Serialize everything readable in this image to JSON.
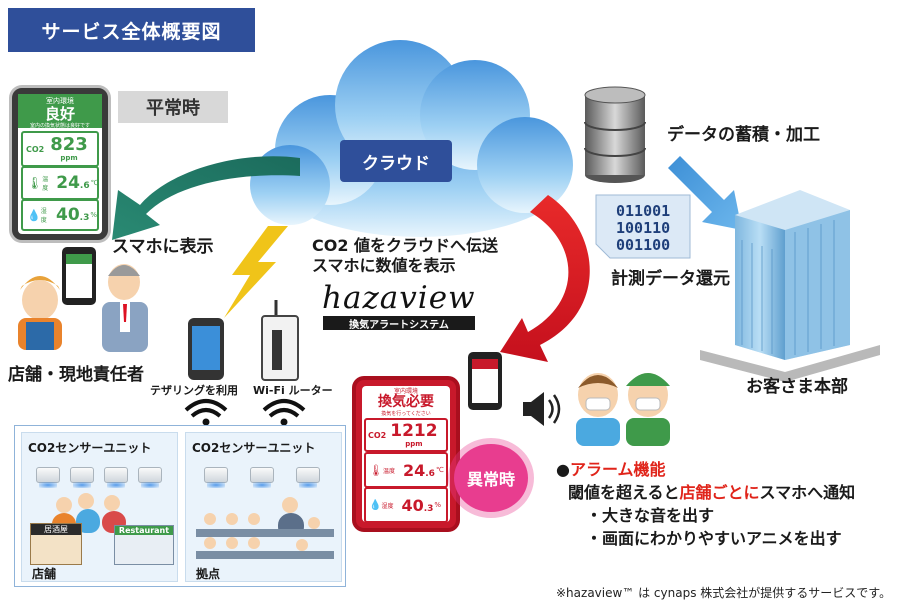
{
  "title": "サービス全体概要図",
  "normal_label": "平常時",
  "cloud_label": "クラウド",
  "storage_label": "データの蓄積・加工",
  "binary_lines": [
    "011001",
    "100110",
    "001100"
  ],
  "return_label": "計測データ還元",
  "hq_label": "お客さま本部",
  "smartphone_display_label": "スマホに表示",
  "send_lines": [
    "CO2 値をクラウドへ伝送",
    "スマホに数値を表示"
  ],
  "brand": {
    "name": "hazaview",
    "subtitle": "換気アラートシステム"
  },
  "staff_label": "店舗・現地責任者",
  "tethering_label": "テザリングを利用",
  "router_label": "Wi-Fi ルーター",
  "sensor_units": [
    {
      "title": "CO2センサーユニット",
      "caption": "店舗",
      "sign1": "居酒屋",
      "sign2": "Restaurant"
    },
    {
      "title": "CO2センサーユニット",
      "caption": "拠点"
    }
  ],
  "normal_card": {
    "header": "室内環境",
    "status": "良好",
    "small_note": "室内の換気状態は良好です",
    "co2_label": "CO2",
    "co2_value": "823",
    "co2_unit": "ppm",
    "temp_label": "温度",
    "temp_value": "24",
    "temp_decimal": ".6",
    "temp_unit": "℃",
    "hum_label": "湿度",
    "hum_value": "40",
    "hum_decimal": ".3",
    "hum_unit": "%"
  },
  "alarm_card": {
    "header": "室内環境",
    "status": "換気必要",
    "small_note": "換気を行ってください",
    "co2_label": "CO2",
    "co2_value": "1212",
    "co2_unit": "ppm",
    "temp_label": "温度",
    "temp_value": "24",
    "temp_decimal": ".6",
    "temp_unit": "℃",
    "hum_label": "湿度",
    "hum_value": "40",
    "hum_decimal": ".3",
    "hum_unit": "%"
  },
  "abnormal_label": "異常時",
  "alarm_feature": {
    "bullet": "●",
    "title": "アラーム機能",
    "line1_pre": "閾値を超えると",
    "line1_hl": "店舗ごとに",
    "line1_post": "スマホへ通知",
    "items": [
      "・大きな音を出す",
      "・画面にわかりやすいアニメを出す"
    ]
  },
  "footnote": "※hazaview™ は cynaps 株式会社が提供するサービスです。",
  "colors": {
    "banner": "#2f4f9a",
    "normal": "#3f9a4a",
    "alarm": "#c8192b",
    "cloud": "#5fa9e6",
    "highlight": "#e0241a"
  }
}
